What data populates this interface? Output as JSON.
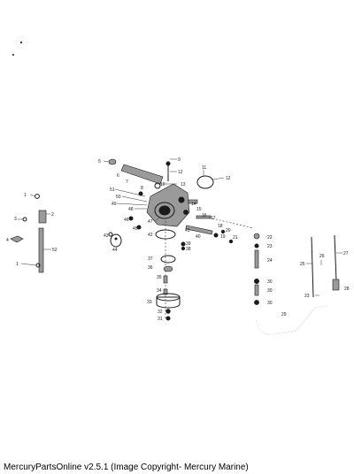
{
  "footer": "MercuryPartsOnline v2.5.1 (Image Copyright- Mercury Marine)",
  "callouts": {
    "c1a": "1",
    "c1b": "1",
    "c2": "2",
    "c3": "3",
    "c4": "4",
    "c5": "5",
    "c6": "6",
    "c7": "7",
    "c8": "8",
    "c9": "9",
    "c10": "10",
    "c11": "11",
    "c12": "12",
    "c13": "13",
    "c14": "14",
    "c15": "15",
    "c16": "16",
    "c17": "17",
    "c18": "18",
    "c19": "19",
    "c20": "20",
    "c21": "21",
    "c22": "22",
    "c23a": "23",
    "c23b": "23",
    "c24": "24",
    "c25": "25",
    "c26": "26",
    "c27": "27",
    "c28": "28",
    "c29": "29",
    "c30": "30",
    "c31": "31",
    "c32": "32",
    "c33": "33",
    "c34": "34",
    "c35": "35",
    "c36": "36",
    "c37": "37",
    "c38": "38",
    "c39": "39",
    "c40": "40",
    "c41": "41",
    "c42": "42",
    "c43": "43",
    "c44": "44",
    "c45": "45",
    "c46": "46",
    "c47": "47",
    "c48": "48",
    "c49": "49",
    "c50": "50",
    "c51": "51",
    "c52": "52"
  }
}
